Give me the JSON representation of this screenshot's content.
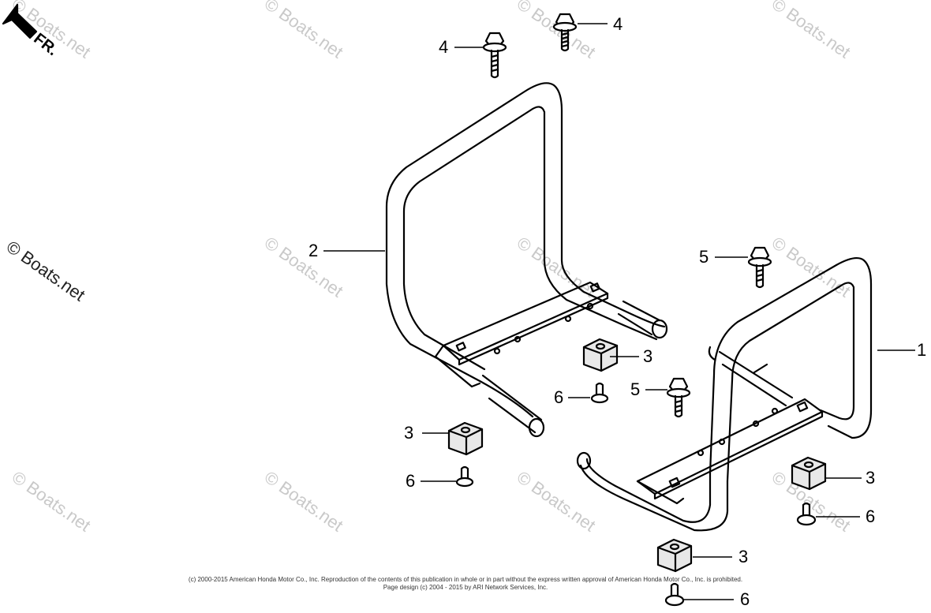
{
  "watermark": "© Boats.net",
  "direction_label": "FR.",
  "callouts": [
    {
      "id": "1",
      "label": "1"
    },
    {
      "id": "2",
      "label": "2"
    },
    {
      "id": "3a",
      "label": "3"
    },
    {
      "id": "3b",
      "label": "3"
    },
    {
      "id": "3c",
      "label": "3"
    },
    {
      "id": "3d",
      "label": "3"
    },
    {
      "id": "4a",
      "label": "4"
    },
    {
      "id": "4b",
      "label": "4"
    },
    {
      "id": "5a",
      "label": "5"
    },
    {
      "id": "5b",
      "label": "5"
    },
    {
      "id": "6a",
      "label": "6"
    },
    {
      "id": "6b",
      "label": "6"
    },
    {
      "id": "6c",
      "label": "6"
    },
    {
      "id": "6d",
      "label": "6"
    }
  ],
  "copyright": {
    "line1": "(c) 2000-2015 American Honda Motor Co., Inc. Reproduction of the contents of this publication in whole or in part without the express written approval of American Honda Motor Co., Inc. is prohibited.",
    "line2": "Page design (c) 2004 - 2015 by ARI Network Services, Inc."
  }
}
